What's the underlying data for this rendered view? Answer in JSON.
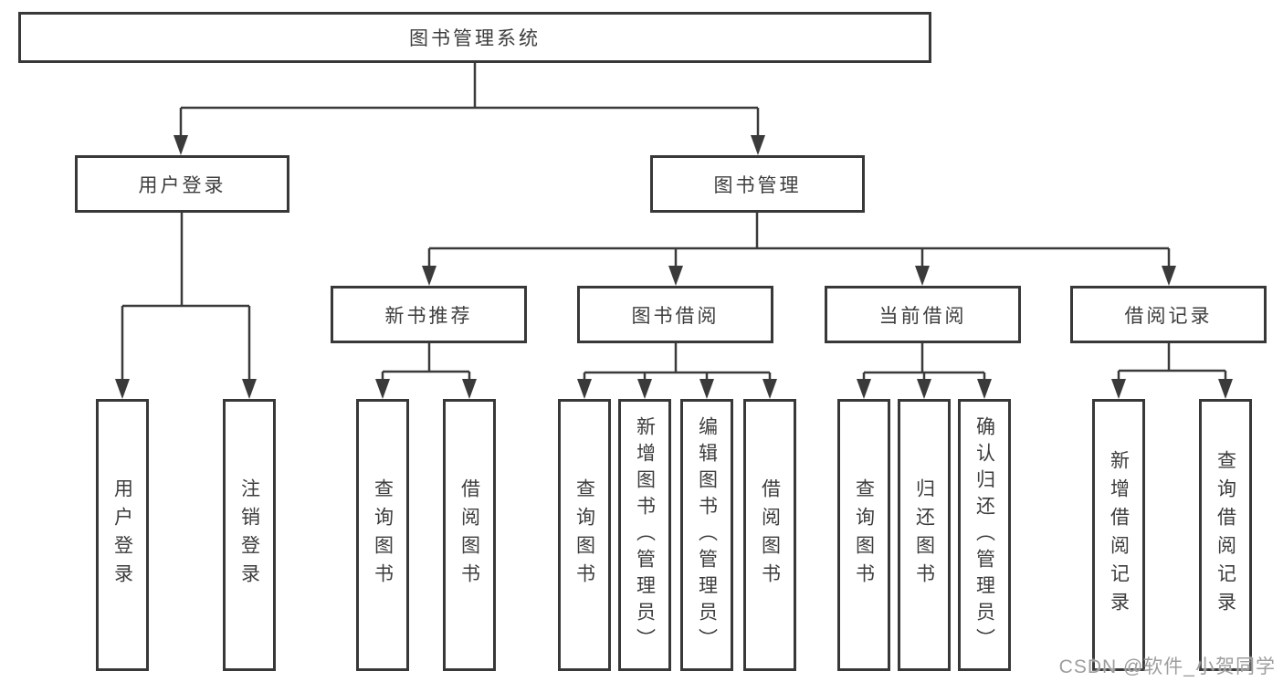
{
  "diagram": {
    "title_node": "图书管理系统",
    "nodes": {
      "root": "图书管理系统",
      "user_login": "用户登录",
      "book_mgmt": "图书管理",
      "new_books": "新书推荐",
      "book_borrow": "图书借阅",
      "current_borrow": "当前借阅",
      "borrow_records": "借阅记录",
      "login": "用户登录",
      "logout": "注销登录",
      "nb_query": "查询图书",
      "nb_borrow": "借阅图书",
      "bb_query": "查询图书",
      "bb_add": "新增图书（管理员）",
      "bb_edit": "编辑图书（管理员）",
      "bb_borrow": "借阅图书",
      "cb_query": "查询图书",
      "cb_return": "归还图书",
      "cb_confirm": "确认归还（管理员）",
      "br_add": "新增借阅记录",
      "br_query": "查询借阅记录"
    },
    "line_color": "#3a3a3a",
    "box_border_color": "#383838",
    "text_color": "#3d3d3d"
  },
  "watermark": {
    "text": "CSDN @软件_小贺同学",
    "color": "#9e9e9e"
  }
}
